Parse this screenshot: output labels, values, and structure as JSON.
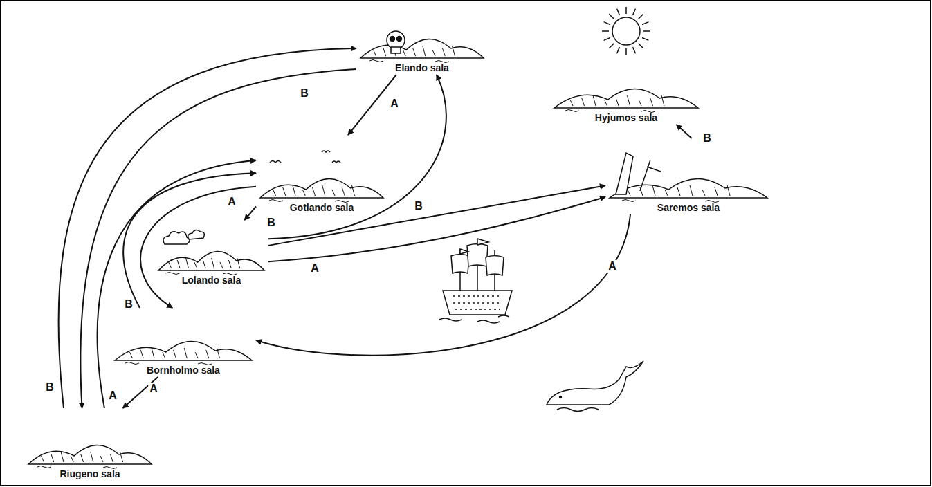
{
  "diagram": {
    "nodes": [
      {
        "text": [
          "Elando sala"
        ]
      },
      {
        "text": [
          "Hyjumos sala"
        ]
      },
      {
        "text": [
          "Gotlando sala"
        ]
      },
      {
        "text": [
          "Saremos sala"
        ]
      },
      {
        "text": [
          "Lolando sala"
        ]
      },
      {
        "text": [
          "Bornholmo sala"
        ]
      },
      {
        "text": [
          "Riugeno sala"
        ]
      }
    ],
    "edges": [
      {
        "from": 6,
        "to": 0,
        "arrow": "to",
        "label": "B"
      },
      {
        "from": 0,
        "to": 6,
        "arrow": "to",
        "label": "B"
      },
      {
        "from": 6,
        "to": 2,
        "arrow": "to",
        "label": "A"
      },
      {
        "from": 5,
        "to": 2,
        "arrow": "to",
        "label": "B"
      },
      {
        "from": 2,
        "to": 5,
        "arrow": "to",
        "label": "A"
      },
      {
        "from": 5,
        "to": 6,
        "arrow": "to",
        "label": "A"
      },
      {
        "from": 0,
        "to": 2,
        "arrow": "to",
        "label": "A"
      },
      {
        "from": 2,
        "to": 4,
        "arrow": "to",
        "label": "B"
      },
      {
        "from": 4,
        "to": 0,
        "arrow": "to"
      },
      {
        "from": 4,
        "to": 3,
        "arrow": "to",
        "label": "B"
      },
      {
        "from": 4,
        "to": 3,
        "arrow": "to",
        "label": "A"
      },
      {
        "from": 3,
        "to": 1,
        "arrow": "to",
        "label": "B"
      },
      {
        "from": 3,
        "to": 5,
        "arrow": "to",
        "label": "A"
      }
    ]
  }
}
